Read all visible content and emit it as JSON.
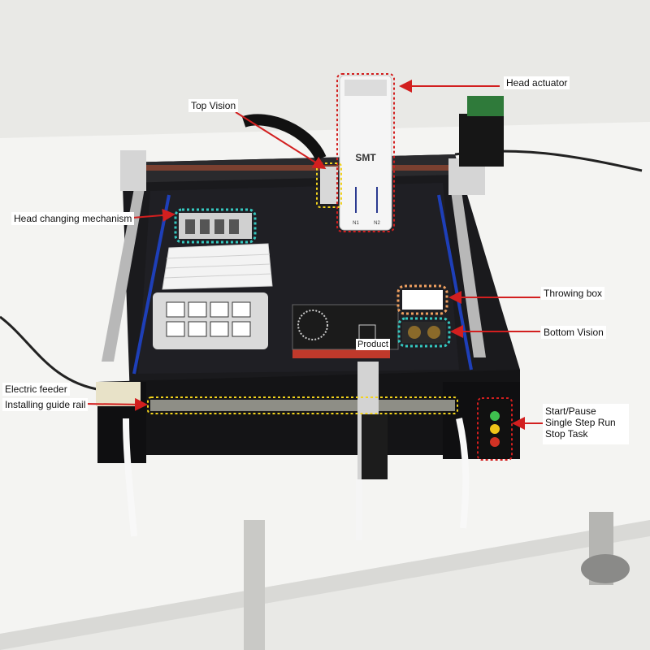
{
  "photo": {
    "machine_brand": "SMT",
    "head_marks": [
      "N1",
      "N2"
    ],
    "colors": {
      "annotation_red": "#d21f1f",
      "highlight_cyan": "#35c9c0",
      "highlight_yellow": "#f2d31c",
      "highlight_orange": "#f0a060",
      "machine_black": "#1a1a1d",
      "rail_blue": "#1e3fb8",
      "table_white": "#f2f2f0",
      "pcb_red": "#c0392b"
    },
    "signal_light_colors": [
      "#3fbf4f",
      "#f0c419",
      "#d23224"
    ]
  },
  "annotations": {
    "head_actuator": "Head actuator",
    "top_vision": "Top Vision",
    "head_changing_mechanism": "Head changing mechanism",
    "throwing_box": "Throwing box",
    "bottom_vision": "Bottom Vision",
    "product": "Product",
    "electric_feeder": "Electric feeder",
    "installing_guide_rail": "Installing guide rail",
    "start_pause": "Start/Pause",
    "single_step_run": "Single Step Run",
    "stop_task": "Stop Task"
  }
}
